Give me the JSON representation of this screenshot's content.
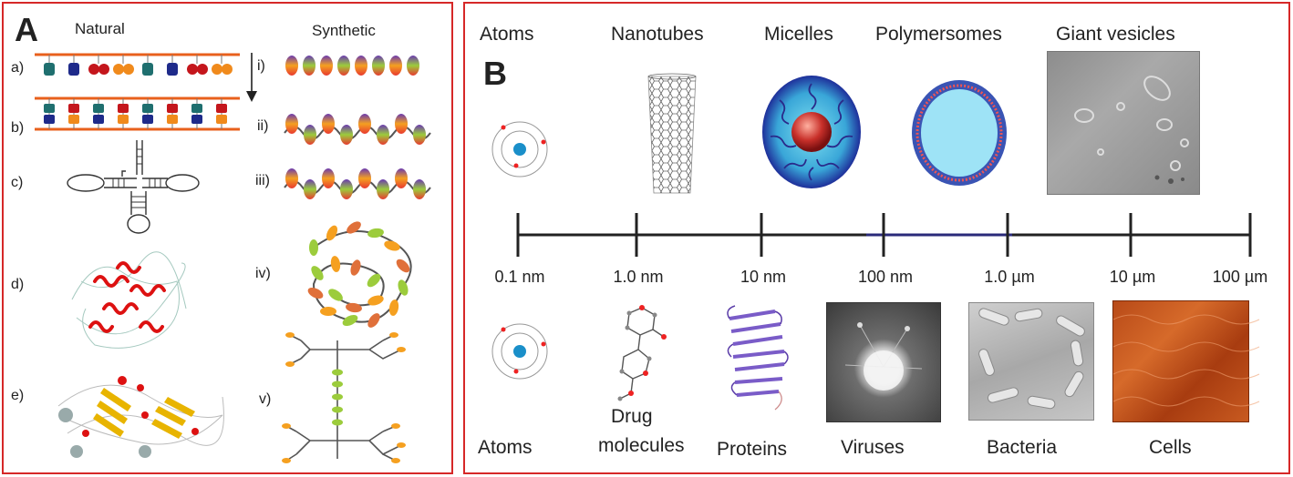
{
  "panel_a": {
    "label": "A",
    "natural_header": "Natural",
    "synthetic_header": "Synthetic",
    "natural_rows": [
      "a)",
      "b)",
      "c)",
      "d)",
      "e)"
    ],
    "synthetic_rows": [
      "i)",
      "ii)",
      "iii)",
      "iv)",
      "v)"
    ]
  },
  "panel_b": {
    "label": "B",
    "top_labels": [
      "Atoms",
      "Nanotubes",
      "Micelles",
      "Polymersomes",
      "Giant vesicles"
    ],
    "scale_ticks": [
      "0.1 nm",
      "1.0 nm",
      "10 nm",
      "100 nm",
      "1.0 µm",
      "10 µm",
      "100 µm"
    ],
    "bottom_labels": [
      "Atoms",
      "Drug",
      "molecules",
      "Proteins",
      "Viruses",
      "Bacteria",
      "Cells"
    ]
  },
  "colors": {
    "frame": "#d62828",
    "axis": "#222222",
    "axis_mid": "#2a2a7a"
  }
}
